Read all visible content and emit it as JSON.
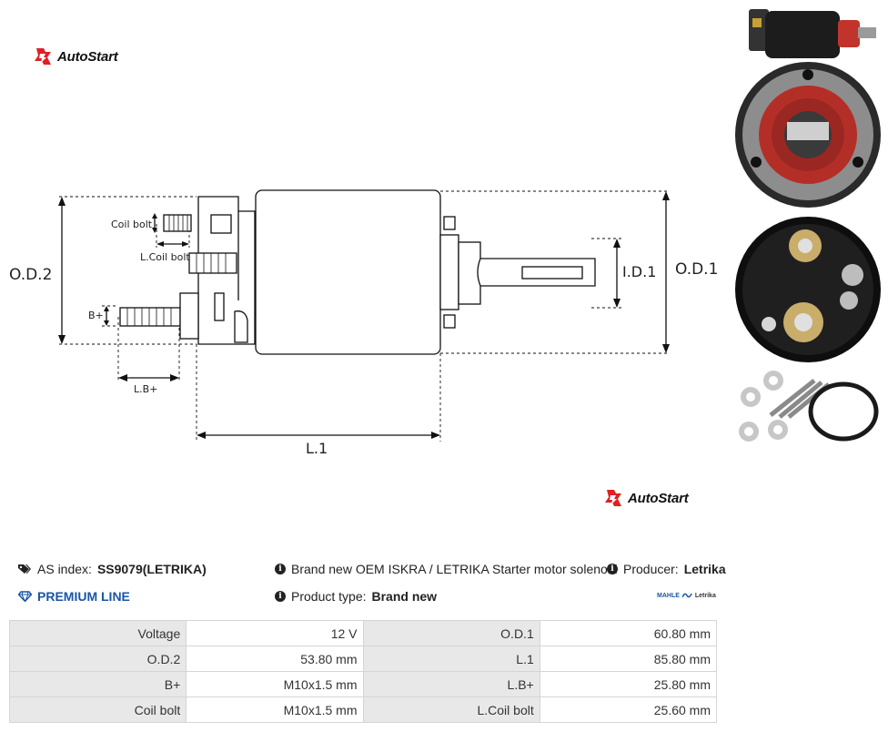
{
  "brand": {
    "name": "AutoStart",
    "accent": "#e01f26"
  },
  "diagram": {
    "labels": {
      "od2": "O.D.2",
      "od1": "O.D.1",
      "id1": "I.D.1",
      "l1": "L.1",
      "coil_bolt": "Coil bolt",
      "l_coil_bolt": "L.Coil bolt",
      "b_plus": "B+",
      "l_b_plus": "L.B+"
    }
  },
  "product": {
    "as_index_label": "AS index:",
    "as_index_value": "SS9079(LETRIKA)",
    "premium": "PREMIUM LINE",
    "description": "Brand new OEM ISKRA / LETRIKA Starter motor solenoid",
    "producer_label": "Producer:",
    "producer_value": "Letrika",
    "type_label": "Product type:",
    "type_value": "Brand new",
    "logos": {
      "mahle": "MAHLE",
      "letrika": "Letrika"
    }
  },
  "specs": [
    {
      "label1": "Voltage",
      "value1": "12 V",
      "label2": "O.D.1",
      "value2": "60.80 mm"
    },
    {
      "label1": "O.D.2",
      "value1": "53.80 mm",
      "label2": "L.1",
      "value2": "85.80 mm"
    },
    {
      "label1": "B+",
      "value1": "M10x1.5 mm",
      "label2": "L.B+",
      "value2": "25.80 mm"
    },
    {
      "label1": "Coil bolt",
      "value1": "M10x1.5 mm",
      "label2": "L.Coil bolt",
      "value2": "25.60 mm"
    }
  ]
}
